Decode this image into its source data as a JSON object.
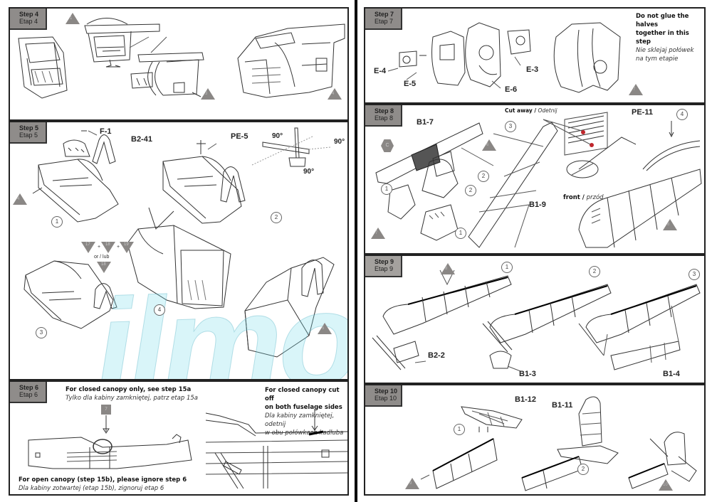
{
  "steps": [
    {
      "id": "step4",
      "label_en": "Step 4",
      "label_pl": "Etap 4",
      "markers": {
        "triangles": [
          "1",
          "3",
          "4"
        ]
      }
    },
    {
      "id": "step5",
      "label_en": "Step 5",
      "label_pl": "Etap 5",
      "parts": [
        "F-1",
        "B2-41",
        "PE-5"
      ],
      "angles": [
        "90°",
        "90°",
        "90°"
      ],
      "circles": [
        "1",
        "2",
        "3",
        "4"
      ],
      "triangles": [
        "4",
        "5"
      ],
      "options": {
        "down_triangles": [
          "17",
          "18",
          "19"
        ],
        "separator": "+",
        "or_label": "or / lub",
        "alt_triangle": "18"
      }
    },
    {
      "id": "step6",
      "label_en": "Step 6",
      "label_pl": "Etap 6",
      "note_closed_en": "For closed canopy only, see step 15a",
      "note_closed_pl": "Tylko dla kabiny zamkniętej, patrz etap 15a",
      "square_marker": "7",
      "note_cut_en_1": "For closed canopy cut off",
      "note_cut_en_2": "on both fuselage sides",
      "note_cut_pl_1": "Dla kabiny zamkniętej, odetnij",
      "note_cut_pl_2": "w obu połówkach kadłuba",
      "note_open_en": "For open canopy (step 15b), please ignore step 6",
      "note_open_pl": "Dla kabiny zotwartej (etap 15b), zignoruj etap 6"
    },
    {
      "id": "step7",
      "label_en": "Step 7",
      "label_pl": "Etap 7",
      "parts": [
        "E-4",
        "E-5",
        "E-6",
        "E-3"
      ],
      "note_en_1": "Do not glue the halves",
      "note_en_2": "together in this step",
      "note_pl_1": "Nie sklejaj połówek",
      "note_pl_2": "na tym etapie",
      "triangle": "7"
    },
    {
      "id": "step8",
      "label_en": "Step 8",
      "label_pl": "Etap 8",
      "parts": [
        "B1-7",
        "B1-9",
        "PE-11"
      ],
      "cut_away_en": "Cut away /",
      "cut_away_pl": "Odetnij",
      "front_en": "front /",
      "front_pl": "przód",
      "hex_marker": "C",
      "circles": [
        "1",
        "2",
        "2",
        "3",
        "1",
        "4"
      ],
      "triangles": [
        "6",
        "7",
        "8"
      ]
    },
    {
      "id": "step9",
      "label_en": "Step 9",
      "label_pl": "Etap 9",
      "parts": [
        "B2-2",
        "B1-3",
        "B1-4"
      ],
      "circles": [
        "1",
        "2",
        "3"
      ],
      "triangle": "8"
    },
    {
      "id": "step10",
      "label_en": "Step 10",
      "label_pl": "Etap 10",
      "parts": [
        "B1-12",
        "B1-11"
      ],
      "circles": [
        "1",
        "2"
      ],
      "triangles": [
        "9",
        "10"
      ]
    }
  ],
  "watermark": "ilmodels.net",
  "colors": {
    "tag_bg": "#8f8c8a",
    "marker": "#8a8785",
    "border": "#222222",
    "watermark": "#8fe0ea"
  }
}
